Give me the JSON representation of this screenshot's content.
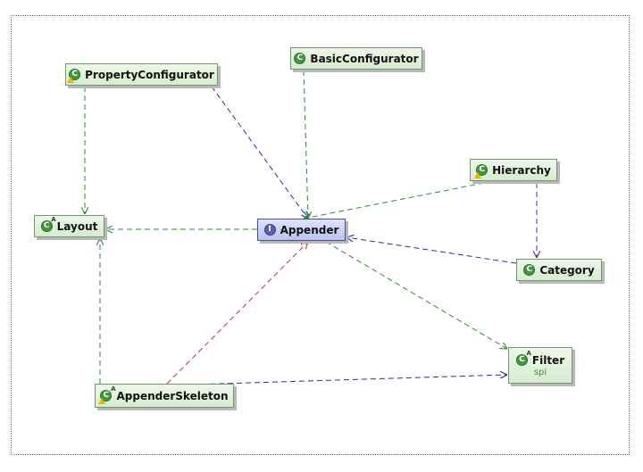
{
  "diagram": {
    "nodes": [
      {
        "id": "property-configurator",
        "name": "PropertyConfigurator",
        "kind": "class",
        "warning": true
      },
      {
        "id": "basic-configurator",
        "name": "BasicConfigurator",
        "kind": "class"
      },
      {
        "id": "hierarchy",
        "name": "Hierarchy",
        "kind": "class",
        "warning": true
      },
      {
        "id": "layout",
        "name": "Layout",
        "kind": "abstract-class"
      },
      {
        "id": "appender",
        "name": "Appender",
        "kind": "interface"
      },
      {
        "id": "category",
        "name": "Category",
        "kind": "class"
      },
      {
        "id": "filter",
        "name": "Filter",
        "kind": "abstract-class",
        "package": "spi"
      },
      {
        "id": "appender-skeleton",
        "name": "AppenderSkeleton",
        "kind": "abstract-class",
        "warning": true
      }
    ],
    "edges": [
      {
        "from": "property-configurator",
        "to": "layout",
        "color": "#2e8b2e"
      },
      {
        "from": "property-configurator",
        "to": "appender",
        "color": "#2a2aa8"
      },
      {
        "from": "basic-configurator",
        "to": "appender",
        "color": "#2e8b2e"
      },
      {
        "from": "hierarchy",
        "to": "appender",
        "color": "#2e8b2e"
      },
      {
        "from": "hierarchy",
        "to": "category",
        "color": "#5b2aa8"
      },
      {
        "from": "category",
        "to": "appender",
        "color": "#2a2aa8"
      },
      {
        "from": "appender",
        "to": "layout",
        "color": "#2e8b2e"
      },
      {
        "from": "appender",
        "to": "filter",
        "color": "#2e8b2e"
      },
      {
        "from": "appender-skeleton",
        "to": "layout",
        "color": "#2e8b2e"
      },
      {
        "from": "appender-skeleton",
        "to": "appender",
        "color": "#c0392b"
      },
      {
        "from": "appender-skeleton",
        "to": "filter",
        "color": "#2a2aa8"
      }
    ]
  }
}
